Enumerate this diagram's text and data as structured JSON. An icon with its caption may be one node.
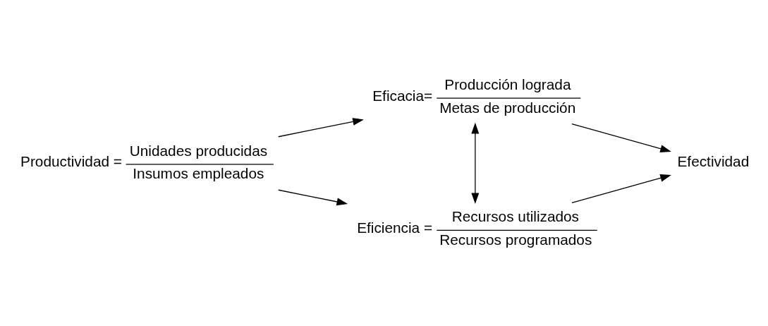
{
  "diagram": {
    "nodes": [
      {
        "text": [
          "Productividad =",
          "Unidades producidas",
          "Insumos empleados"
        ]
      },
      {
        "text": [
          "Eficacia=",
          "Producción lograda",
          "Metas de producción"
        ]
      },
      {
        "text": [
          "Eficiencia =",
          "Recursos utilizados",
          "Recursos programados"
        ]
      },
      {
        "text": [
          "Efectividad"
        ]
      }
    ],
    "edges": [
      {
        "from": 0,
        "to": 1,
        "arrow": "to"
      },
      {
        "from": 0,
        "to": 2,
        "arrow": "to"
      },
      {
        "from": 1,
        "to": 2,
        "arrow": "both"
      },
      {
        "from": 1,
        "to": 3,
        "arrow": "to"
      },
      {
        "from": 2,
        "to": 3,
        "arrow": "to"
      }
    ]
  }
}
